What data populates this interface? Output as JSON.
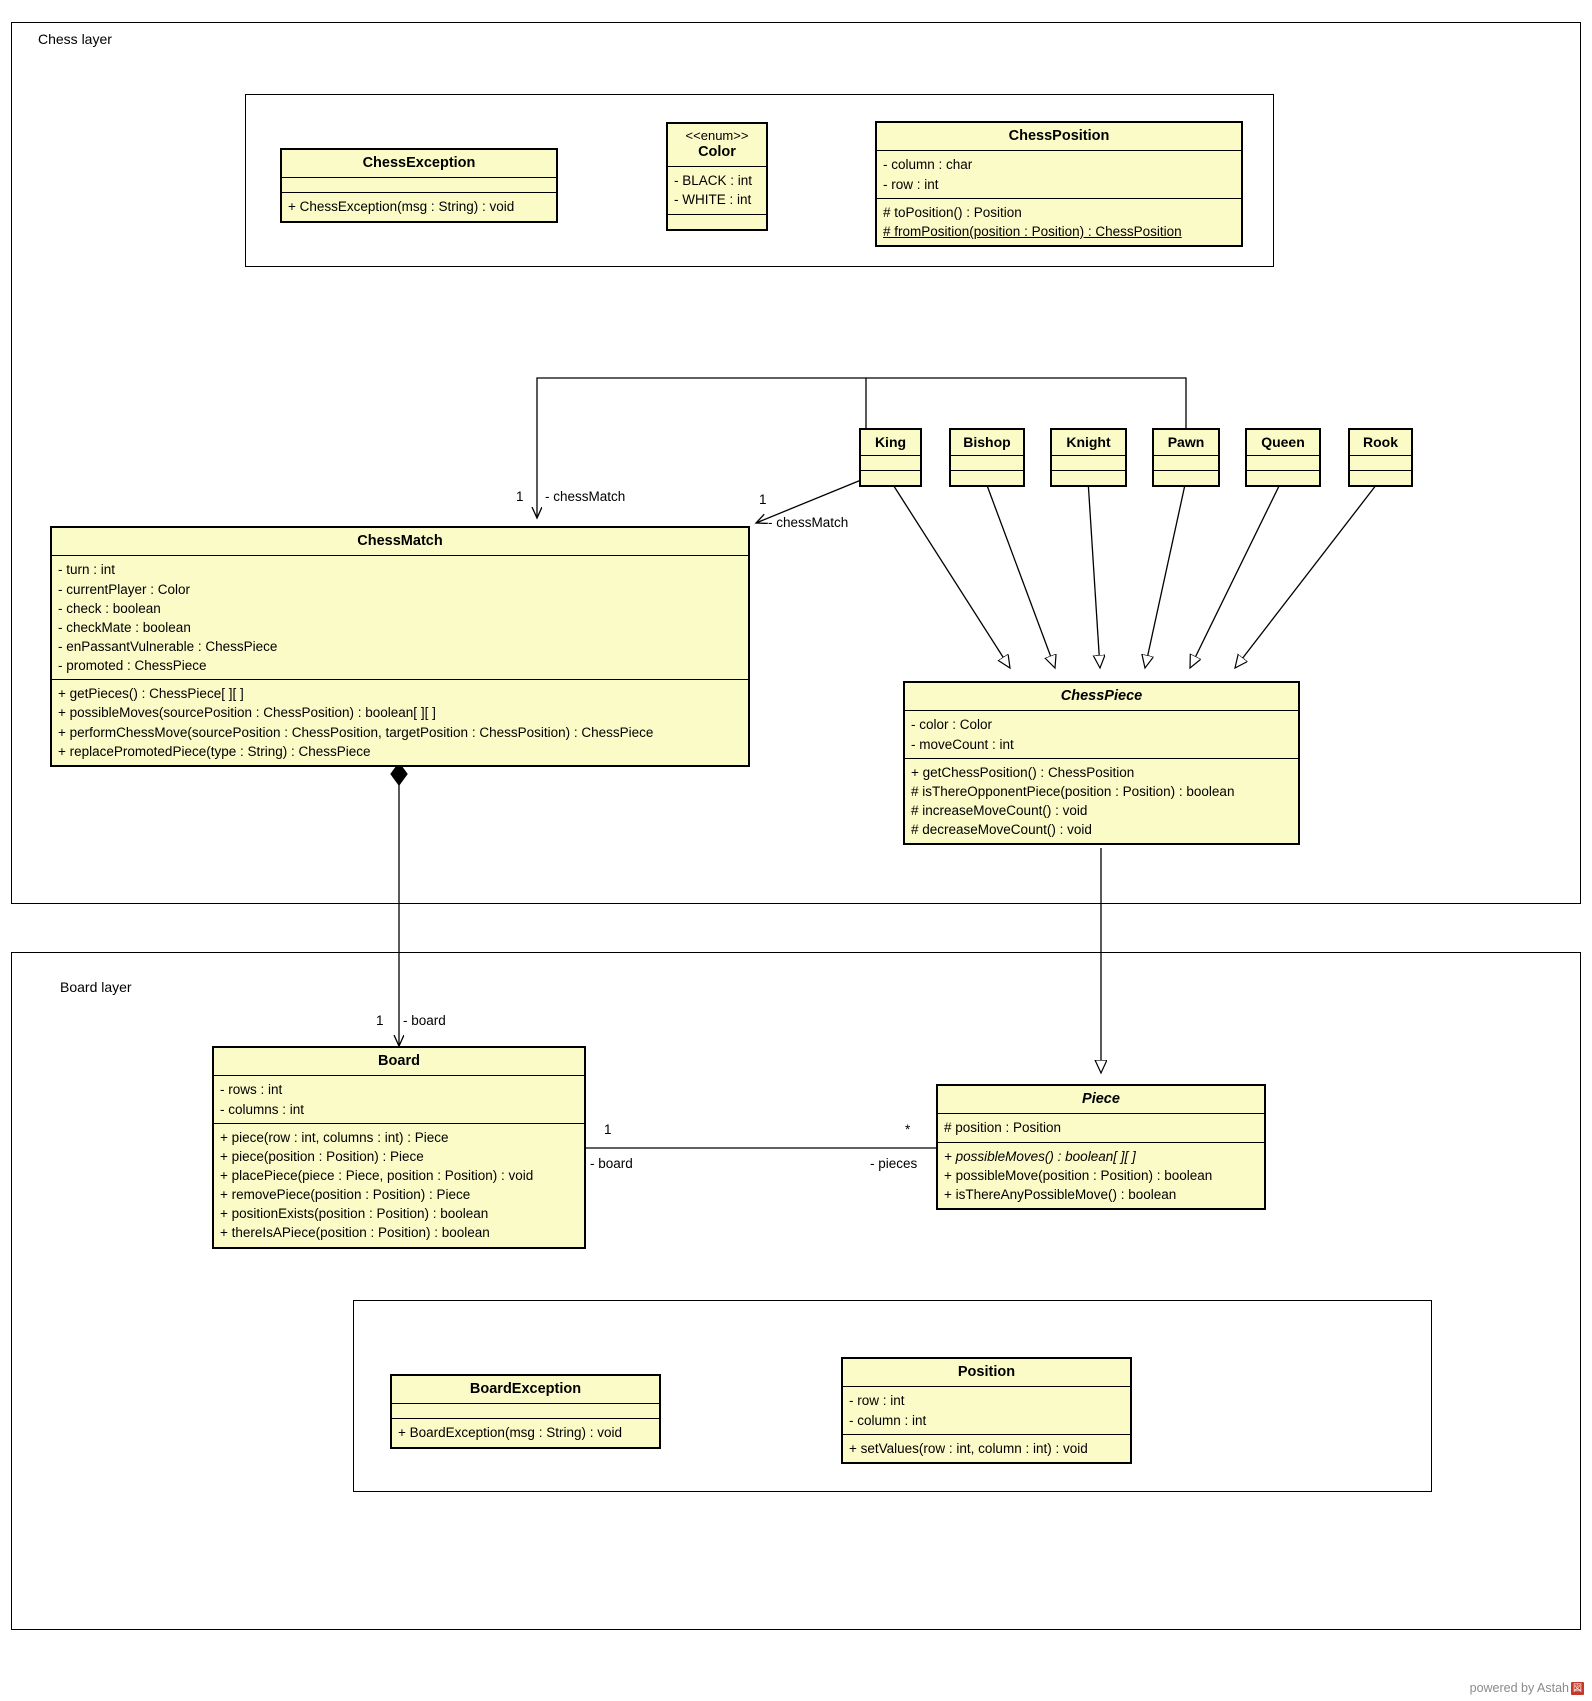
{
  "diagram": {
    "type": "uml-class-diagram",
    "watermark": "powered by Astah",
    "watermark_mark": "図"
  },
  "packages": [
    {
      "id": "chess-layer",
      "label": "Chess layer"
    },
    {
      "id": "board-layer",
      "label": "Board layer"
    }
  ],
  "classes": {
    "chess_exception": {
      "name": "ChessException",
      "attributes": [],
      "operations": [
        "+ ChessException(msg : String) : void"
      ]
    },
    "color": {
      "stereotype": "<<enum>>",
      "name": "Color",
      "attributes": [
        "- BLACK : int",
        "- WHITE : int"
      ],
      "operations": []
    },
    "chess_position": {
      "name": "ChessPosition",
      "attributes": [
        "- column : char",
        "- row : int"
      ],
      "operations": [
        "# toPosition() : Position",
        "# fromPosition(position : Position) : ChessPosition"
      ]
    },
    "chess_match": {
      "name": "ChessMatch",
      "attributes": [
        "- turn : int",
        "- currentPlayer : Color",
        "- check : boolean",
        "- checkMate : boolean",
        "- enPassantVulnerable : ChessPiece",
        "- promoted : ChessPiece"
      ],
      "operations": [
        "+ getPieces() : ChessPiece[ ][ ]",
        "+ possibleMoves(sourcePosition : ChessPosition) : boolean[ ][ ]",
        "+ performChessMove(sourcePosition : ChessPosition, targetPosition : ChessPosition) : ChessPiece",
        "+ replacePromotedPiece(type : String) : ChessPiece"
      ]
    },
    "chess_piece": {
      "name": "ChessPiece",
      "abstract": true,
      "attributes": [
        "- color : Color",
        "- moveCount : int"
      ],
      "operations": [
        "+ getChessPosition() : ChessPosition",
        "# isThereOpponentPiece(position : Position) : boolean",
        "# increaseMoveCount() : void",
        "# decreaseMoveCount() : void"
      ]
    },
    "board": {
      "name": "Board",
      "attributes": [
        "- rows : int",
        "- columns : int"
      ],
      "operations": [
        "+ piece(row : int, columns : int) : Piece",
        "+ piece(position : Position) : Piece",
        "+ placePiece(piece : Piece, position : Position) : void",
        "+ removePiece(position : Position) : Piece",
        "+ positionExists(position : Position) : boolean",
        "+ thereIsAPiece(position : Position) : boolean"
      ]
    },
    "piece": {
      "name": "Piece",
      "abstract": true,
      "attributes": [
        "# position : Position"
      ],
      "operations": [
        "+ possibleMoves() : boolean[ ][ ]",
        "+ possibleMove(position : Position) : boolean",
        "+ isThereAnyPossibleMove() : boolean"
      ],
      "operations_italic": [
        true,
        false,
        false
      ]
    },
    "board_exception": {
      "name": "BoardException",
      "attributes": [],
      "operations": [
        "+ BoardException(msg : String) : void"
      ]
    },
    "position": {
      "name": "Position",
      "attributes": [
        "- row : int",
        "- column : int"
      ],
      "operations": [
        "+ setValues(row : int, column : int) : void"
      ]
    }
  },
  "piece_subclasses": [
    {
      "name": "King"
    },
    {
      "name": "Bishop"
    },
    {
      "name": "Knight"
    },
    {
      "name": "Pawn"
    },
    {
      "name": "Queen"
    },
    {
      "name": "Rook"
    }
  ],
  "edge_labels": [
    {
      "id": "chessmatch-mult-left",
      "text": "1"
    },
    {
      "id": "chessmatch-role-left",
      "text": "- chessMatch"
    },
    {
      "id": "chessmatch-mult-right",
      "text": "1"
    },
    {
      "id": "chessmatch-role-right",
      "text": "- chessMatch"
    },
    {
      "id": "board-mult",
      "text": "1"
    },
    {
      "id": "board-role",
      "text": "- board"
    },
    {
      "id": "board-piece-mult-source",
      "text": "1"
    },
    {
      "id": "board-piece-role-source",
      "text": "- board"
    },
    {
      "id": "board-piece-mult-target",
      "text": "*"
    },
    {
      "id": "board-piece-role-target",
      "text": "- pieces"
    }
  ],
  "colors": {
    "class_fill": "#fbfbc8",
    "class_border": "#000000",
    "frame_border": "#000000",
    "background": "#ffffff",
    "text": "#000000"
  }
}
